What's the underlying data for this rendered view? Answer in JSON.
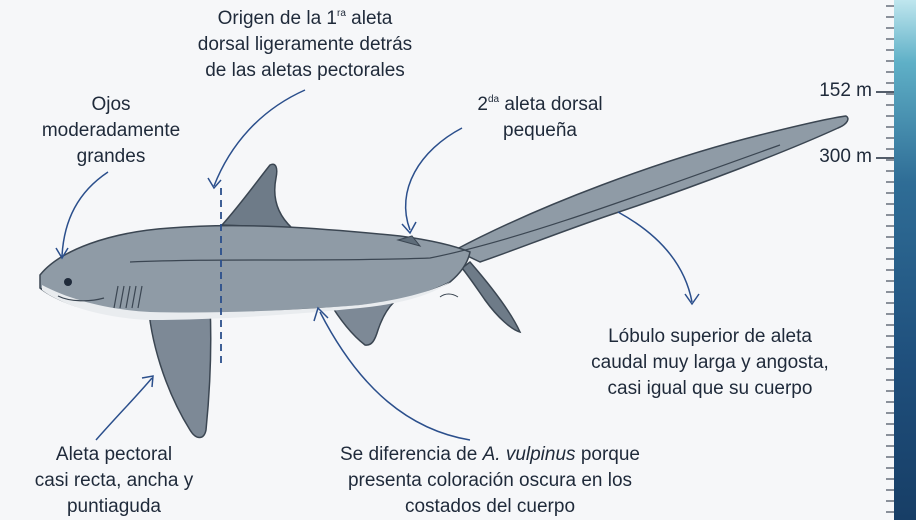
{
  "annotations": {
    "first_dorsal": {
      "line1_pre": "Origen de la 1",
      "line1_sup": "ra",
      "line1_post": " aleta",
      "line2": "dorsal ligeramente detrás",
      "line3": "de las aletas pectorales"
    },
    "eyes": {
      "line1": "Ojos",
      "line2": "moderadamente",
      "line3": "grandes"
    },
    "second_dorsal": {
      "line1_pre": "2",
      "line1_sup": "da",
      "line1_post": " aleta dorsal",
      "line2": "pequeña"
    },
    "caudal": {
      "line1": "Lóbulo superior de aleta",
      "line2": "caudal muy larga y angosta,",
      "line3": "casi igual que su cuerpo"
    },
    "pectoral": {
      "line1": "Aleta pectoral",
      "line2": "casi recta, ancha y",
      "line3": "puntiaguda"
    },
    "coloration": {
      "line1_pre": "Se diferencia de ",
      "line1_italic": "A. vulpinus",
      "line1_post": " porque",
      "line2": "presenta coloración oscura en los",
      "line3": "costados del cuerpo"
    }
  },
  "depth_scale": {
    "mark_1": "152 m",
    "mark_2": "300 m"
  },
  "colors": {
    "shark_body": "#8f9ba6",
    "shark_dark": "#5f6d7a",
    "shark_belly": "#e9ecef",
    "arrow": "#2b4f8c",
    "ruler_top": "#bfe6ee",
    "ruler_bottom": "#173e66"
  }
}
